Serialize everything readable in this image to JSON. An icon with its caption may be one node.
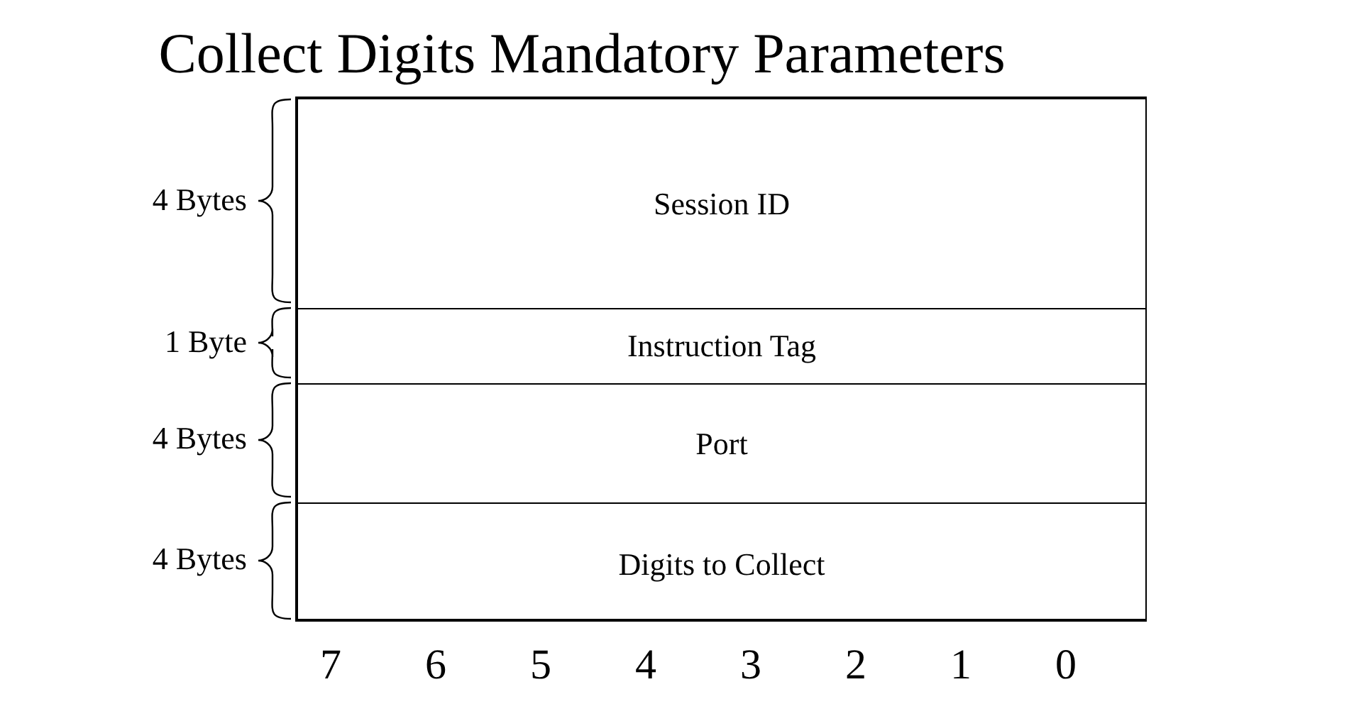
{
  "diagram": {
    "title": "Collect Digits Mandatory Parameters",
    "nodes": [
      {
        "text": [
          "Session ID"
        ]
      },
      {
        "text": [
          "Instruction Tag"
        ]
      },
      {
        "text": [
          "Port"
        ]
      },
      {
        "text": [
          "Digits to Collect"
        ]
      }
    ],
    "edges": [],
    "labels": [
      "4 Bytes",
      "1 Byte",
      "4 Bytes",
      "4 Bytes",
      "7",
      "6",
      "5",
      "4",
      "3",
      "2",
      "1",
      "0"
    ]
  }
}
